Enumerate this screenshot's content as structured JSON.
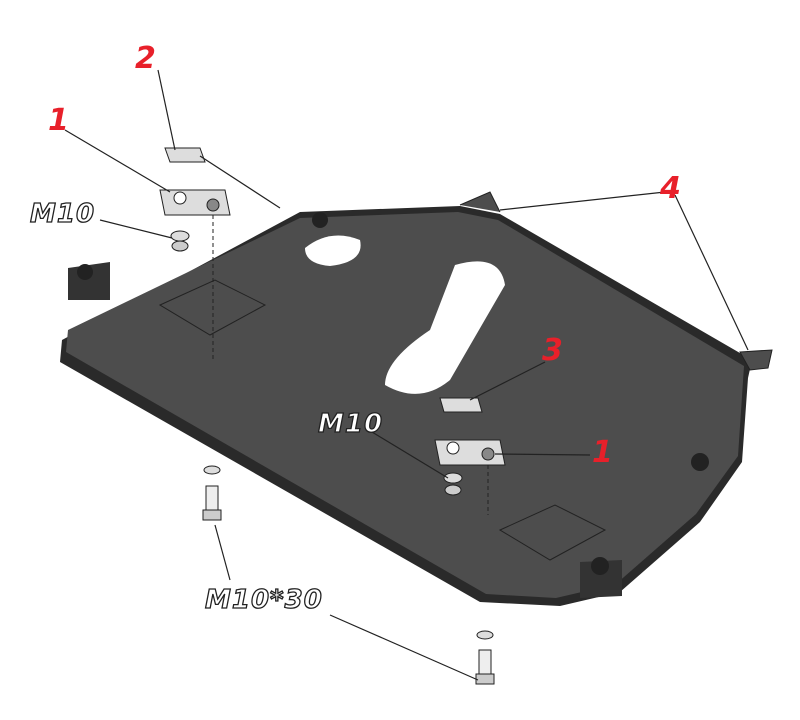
{
  "diagram": {
    "labels": {
      "part_2": "2",
      "part_1_top": "1",
      "nut_top": "M10",
      "part_4": "4",
      "part_3": "3",
      "nut_mid": "M10",
      "part_1_mid": "1",
      "bolt": "M10*30"
    },
    "colors": {
      "plate": "#4a4a4a",
      "edge": "#1e1e1e",
      "callout": "#e8202a"
    }
  }
}
